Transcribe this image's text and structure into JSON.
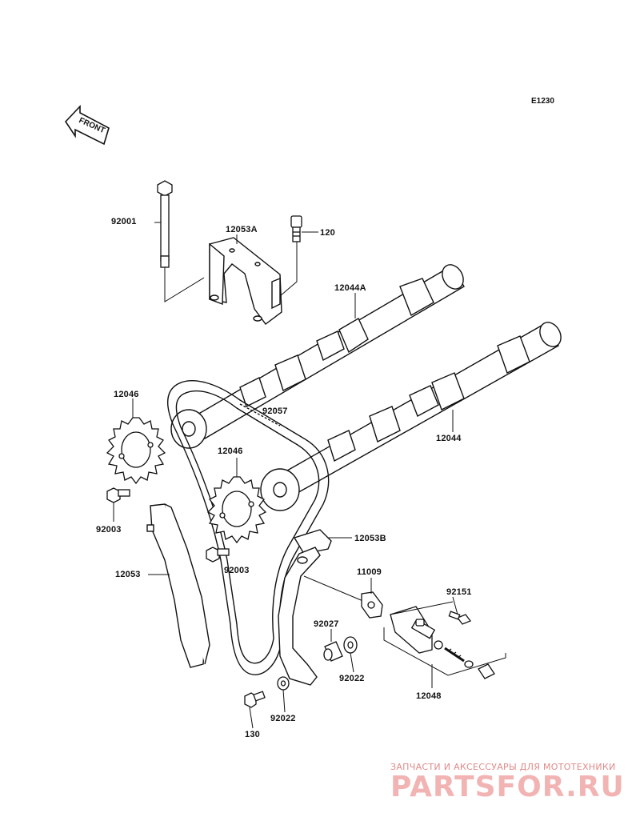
{
  "diagram_code": "E1230",
  "front_arrow_label": "FRONT",
  "watermark": {
    "tagline": "ЗАПЧАСТИ И АКСЕССУАРЫ ДЛЯ МОТОТЕХНИКИ",
    "logo_text": "PARTSFOR.RU"
  },
  "parts": {
    "bolt_long": "92001",
    "holder": "12053A",
    "bolt_holder": "120",
    "camshaft_intake": "12044A",
    "camshaft_exhaust": "12044",
    "sprocket_left": "12046",
    "sprocket_right": "12046",
    "chain": "92057",
    "bolt_sprocket_left": "92003",
    "bolt_sprocket_right": "92003",
    "guide_upper": "12053B",
    "guide_left": "12053",
    "gasket": "11009",
    "bolt_tensioner": "92151",
    "collar": "92027",
    "washer_upper": "92022",
    "washer_lower": "92022",
    "tensioner": "12048",
    "bolt_guide": "130"
  }
}
